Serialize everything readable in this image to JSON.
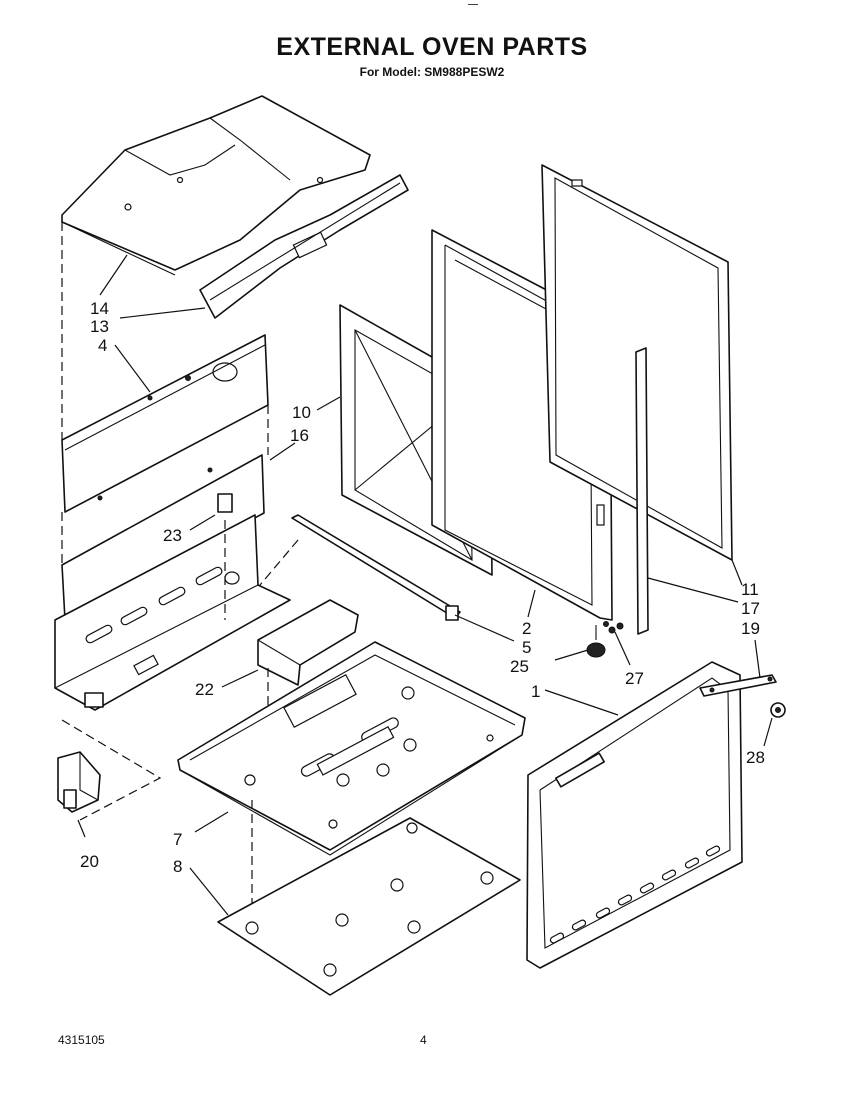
{
  "header": {
    "title": "EXTERNAL OVEN PARTS",
    "subtitle": "For Model: SM988PESW2"
  },
  "footer": {
    "doc_number": "4315105",
    "page_number": "4"
  },
  "callouts": [
    "14",
    "13",
    "4",
    "10",
    "16",
    "23",
    "22",
    "20",
    "7",
    "8",
    "2",
    "5",
    "25",
    "1",
    "27",
    "11",
    "17",
    "19",
    "28"
  ]
}
